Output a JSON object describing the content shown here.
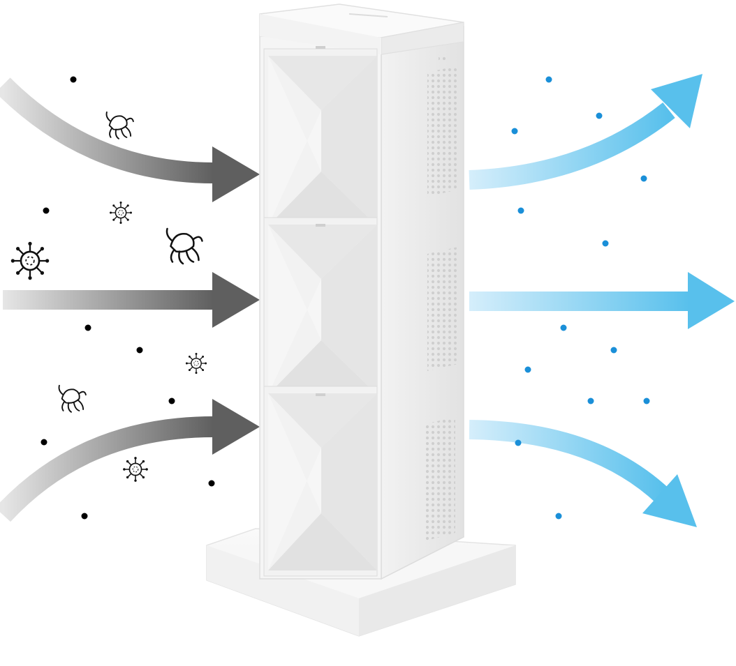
{
  "colors": {
    "background": "#ffffff",
    "dirty_air": "#5f5f5f",
    "dirty_air_fade": "#e6e6e6",
    "clean_air": "#58c0ec",
    "clean_air_fade": "#d5eefb",
    "dust_particle": "#000000",
    "clean_particle": "#1a8fd8",
    "purifier_body": "#f4f4f4",
    "purifier_shadow": "#dedede"
  },
  "icons": {
    "allergen": "dust-mite-icon",
    "pathogen": "virus-icon",
    "dust": "particle-dot"
  },
  "scene": {
    "subject": "tower-air-purifier",
    "filter_panel_count": 3,
    "intake_arrow_count": 3,
    "outflow_arrow_count": 3
  }
}
